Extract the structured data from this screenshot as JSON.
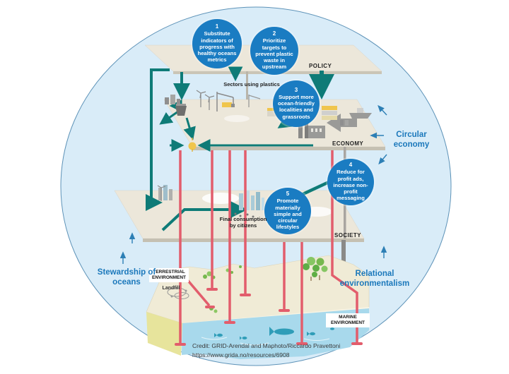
{
  "title": "Circular economy and healthy oceans infographic",
  "colors": {
    "background_circle": "#d9ecf8",
    "circle_border": "#5e93b8",
    "step_circle_blue": "#1a7cc2",
    "teal_arrow": "#0e7b77",
    "red_pipe": "#e25d6c",
    "side_label_blue": "#1b78bb",
    "platform_beige": "#ece7da",
    "water_blue": "#a8d9ec",
    "sand": "#f0ebd6"
  },
  "steps": [
    {
      "number": "1",
      "text": "Substitute indicators of progress with healthy oceans metrics"
    },
    {
      "number": "2",
      "text": "Prioritize targets to prevent plastic waste in upstream"
    },
    {
      "number": "3",
      "text": "Support more ocean-friendly localities and grassroots"
    },
    {
      "number": "4",
      "text": "Reduce for profit ads, increase non-profit messaging"
    },
    {
      "number": "5",
      "text": "Promote materially simple and circular lifestyles"
    }
  ],
  "layers": {
    "policy": "POLICY",
    "economy": "ECONOMY",
    "society": "SOCIETY"
  },
  "annotations": {
    "sectors_using_plastics": "Sectors using plastics",
    "final_consumption": "Final consumption by citizens",
    "terrestrial_environment": "TERRESTRIAL ENVIRONMENT",
    "landfill": "Landfill",
    "marine_environment": "MARINE ENVIRONMENT"
  },
  "side_labels": {
    "stewardship": "Stewardship of oceans",
    "circular_economy": "Circular economy",
    "relational": "Relational environmentalism"
  },
  "credit": {
    "line1": "Credit: GRID-Arendal and Maphoto/Riccardo Pravettoni",
    "line2": "https://www.grida.no/resources/6908"
  }
}
